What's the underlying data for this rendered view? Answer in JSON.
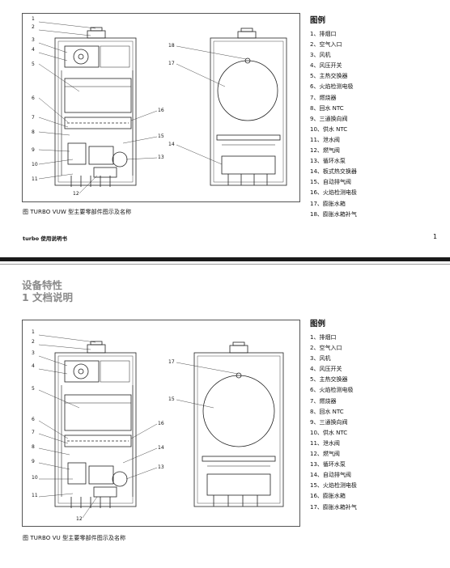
{
  "figure1": {
    "caption": "图 TURBO VUW 型主要零部件图示及名称",
    "legend_title": "图例",
    "legend_items": [
      "1、排烟口",
      "2、空气入口",
      "3、风机",
      "4、风压开关",
      "5、主热交换器",
      "6、火焰检测电极",
      "7、燃烧器",
      "8、回水 NTC",
      "9、三通换向阀",
      "10、供水 NTC",
      "11、泄水阀",
      "12、燃气阀",
      "13、循环水泵",
      "14、板式热交换器",
      "15、自动排气阀",
      "16、火焰检测电极",
      "17、膨胀水箱",
      "18、膨胀水箱补气"
    ],
    "callouts_left": [
      "1",
      "2",
      "3",
      "4",
      "5",
      "6",
      "7",
      "8",
      "9",
      "10",
      "11"
    ],
    "callouts_bottom": "12",
    "callouts_right": [
      "16",
      "15",
      "13"
    ],
    "callouts_side": [
      "18",
      "17",
      "14"
    ]
  },
  "footer": {
    "text": "turbo 使用说明书",
    "page_number": "1"
  },
  "section": {
    "title_line1": "设备特性",
    "title_line2": "1 文档说明"
  },
  "figure2": {
    "caption": "图 TURBO VU 型主要零部件图示及名称",
    "legend_title": "图例",
    "legend_items": [
      "1、排烟口",
      "2、空气入口",
      "3、风机",
      "4、风压开关",
      "5、主热交换器",
      "6、火焰检测电极",
      "7、燃烧器",
      "8、回水 NTC",
      "9、三通换向阀",
      "10、供水 NTC",
      "11、泄水阀",
      "12、燃气阀",
      "13、循环水泵",
      "14、自动排气阀",
      "15、火焰检测电极",
      "16、膨胀水箱",
      "17、膨胀水箱补气"
    ],
    "callouts_left": [
      "1",
      "2",
      "3",
      "4",
      "5",
      "6",
      "7",
      "8",
      "9",
      "10",
      "11"
    ],
    "callouts_bottom": "12",
    "callouts_right": [
      "16",
      "14",
      "13"
    ],
    "callouts_side": [
      "17",
      "15"
    ]
  }
}
